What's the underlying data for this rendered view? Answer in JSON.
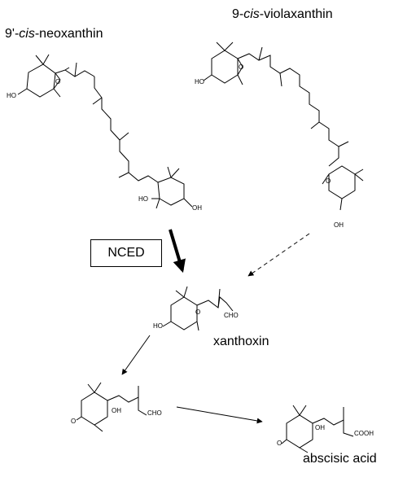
{
  "compounds": {
    "neoxanthin": {
      "prefix": "9'-",
      "italic": "cis",
      "suffix": "-neoxanthin"
    },
    "violaxanthin": {
      "prefix": "9-",
      "italic": "cis",
      "suffix": "-violaxanthin"
    },
    "xanthoxin": "xanthoxin",
    "abscisic_acid": "abscisic acid"
  },
  "enzyme": "NCED",
  "atom_labels": {
    "ho": "HO",
    "oh": "OH",
    "o": "O",
    "cho": "CHO",
    "cooh": "COOH"
  }
}
